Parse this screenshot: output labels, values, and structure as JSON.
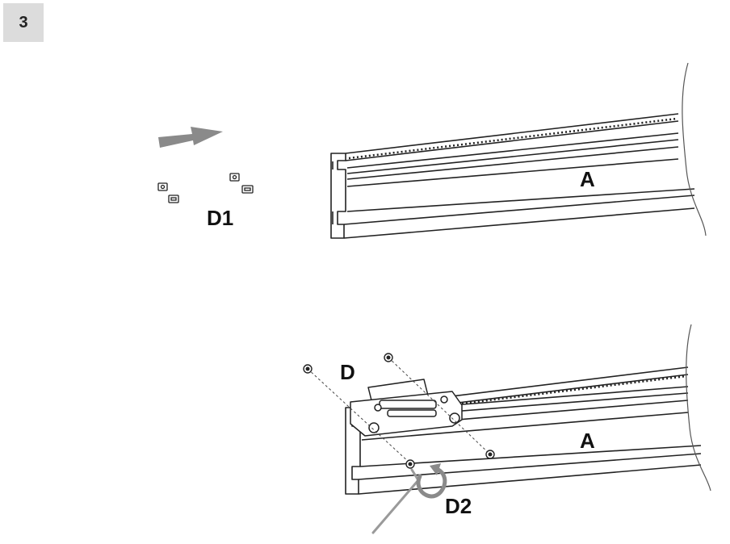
{
  "step": {
    "number": "3"
  },
  "labels": {
    "d1": "D1",
    "a_top": "A",
    "d": "D",
    "a_bottom": "A",
    "d2": "D2"
  },
  "icons": {
    "arrow": "push-arrow-icon",
    "glide": "glide-part-icon",
    "screw": "screw-icon",
    "key": "hex-key-icon"
  },
  "colors": {
    "badge_bg": "#dcdcdc",
    "line": "#222222",
    "arrow": "#8a8a8a",
    "key": "#9a9a9a"
  }
}
